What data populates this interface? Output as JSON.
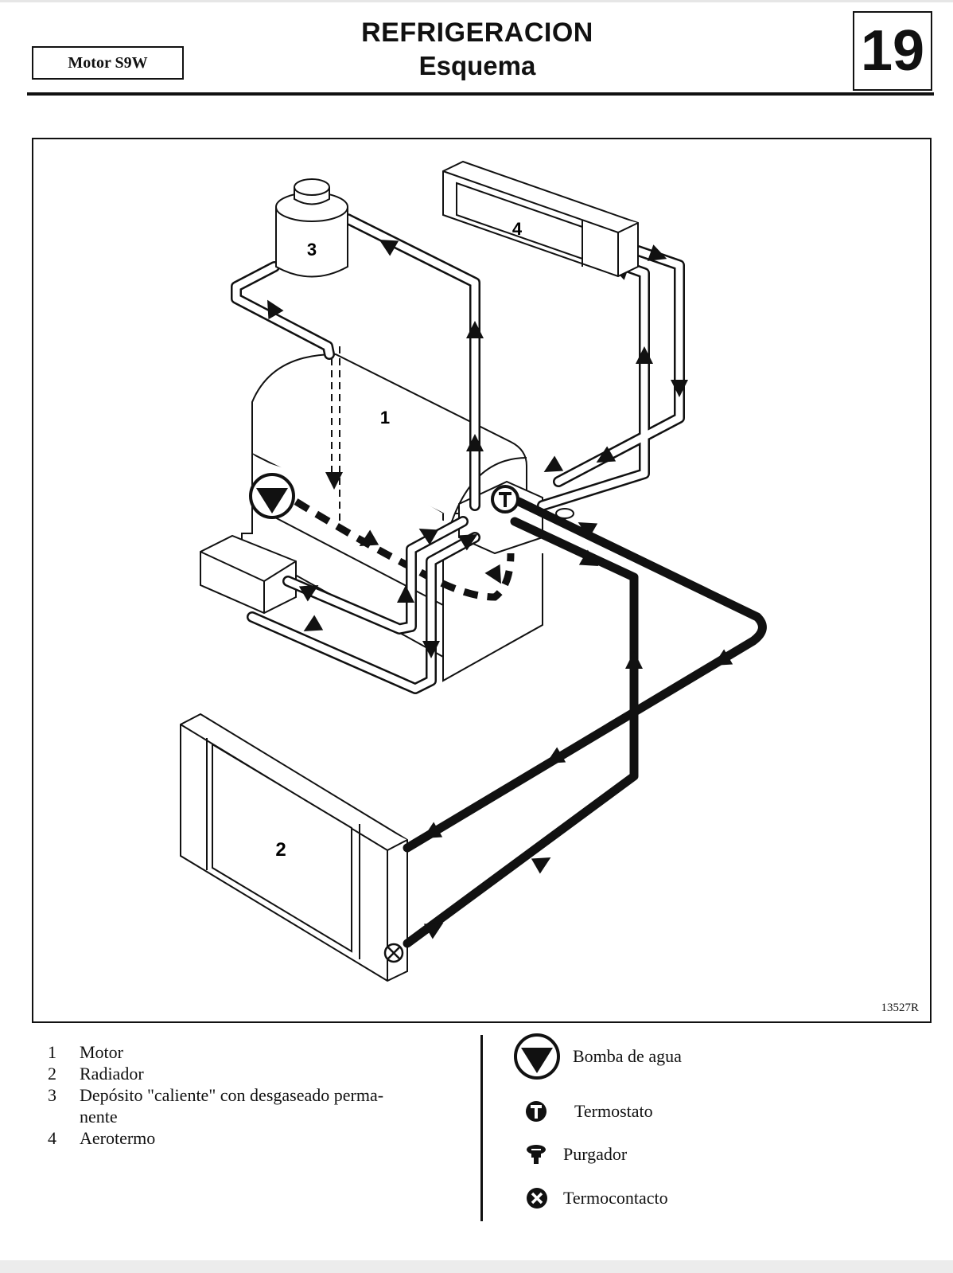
{
  "header": {
    "engine_label": "Motor S9W",
    "title": "REFRIGERACION",
    "subtitle": "Esquema",
    "chapter": "19"
  },
  "diagram": {
    "reference": "13527R",
    "callouts": [
      "1",
      "2",
      "3",
      "4"
    ]
  },
  "legend": {
    "items": [
      {
        "num": "1",
        "label": "Motor"
      },
      {
        "num": "2",
        "label": "Radiador"
      },
      {
        "num": "3",
        "label": "Depósito \"caliente\" con desgaseado perma-\nnente"
      },
      {
        "num": "4",
        "label": "Aerotermo"
      }
    ],
    "symbols": {
      "pump": "Bomba de agua",
      "thermostat": "Termostato",
      "bleeder": "Purgador",
      "thermocontact": "Termocontacto"
    }
  }
}
